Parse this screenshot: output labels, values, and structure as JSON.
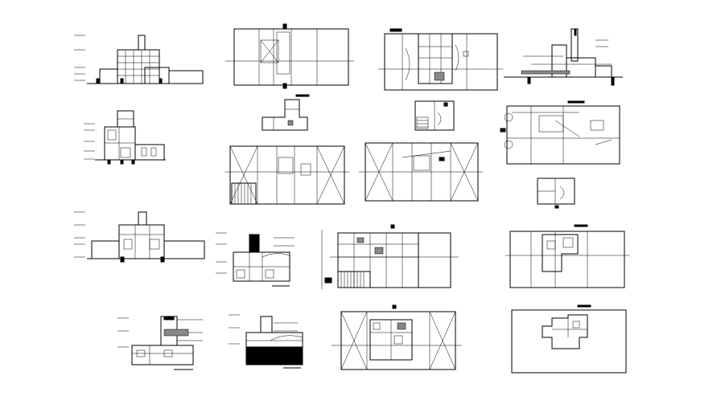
{
  "sheet": {
    "background": "#ffffff",
    "line_color": "#000000",
    "drawings": [
      {
        "id": "front-elevation-1",
        "kind": "elevation"
      },
      {
        "id": "site-plan-1",
        "kind": "plan"
      },
      {
        "id": "floor-plan-1",
        "kind": "plan"
      },
      {
        "id": "side-elevation-1",
        "kind": "elevation"
      },
      {
        "id": "section-1",
        "kind": "section"
      },
      {
        "id": "detail-plan-1",
        "kind": "plan"
      },
      {
        "id": "detail-plan-2",
        "kind": "plan"
      },
      {
        "id": "roof-plan-1",
        "kind": "plan"
      },
      {
        "id": "detail-plan-3",
        "kind": "plan"
      },
      {
        "id": "site-plan-2",
        "kind": "plan"
      },
      {
        "id": "site-plan-3",
        "kind": "plan"
      },
      {
        "id": "elevation-2",
        "kind": "elevation"
      },
      {
        "id": "section-2",
        "kind": "section"
      },
      {
        "id": "floor-plan-2",
        "kind": "plan"
      },
      {
        "id": "site-plan-4",
        "kind": "plan"
      },
      {
        "id": "elevation-3",
        "kind": "elevation"
      },
      {
        "id": "section-3",
        "kind": "section"
      },
      {
        "id": "floor-plan-3",
        "kind": "plan"
      },
      {
        "id": "site-plan-5",
        "kind": "plan"
      }
    ]
  }
}
